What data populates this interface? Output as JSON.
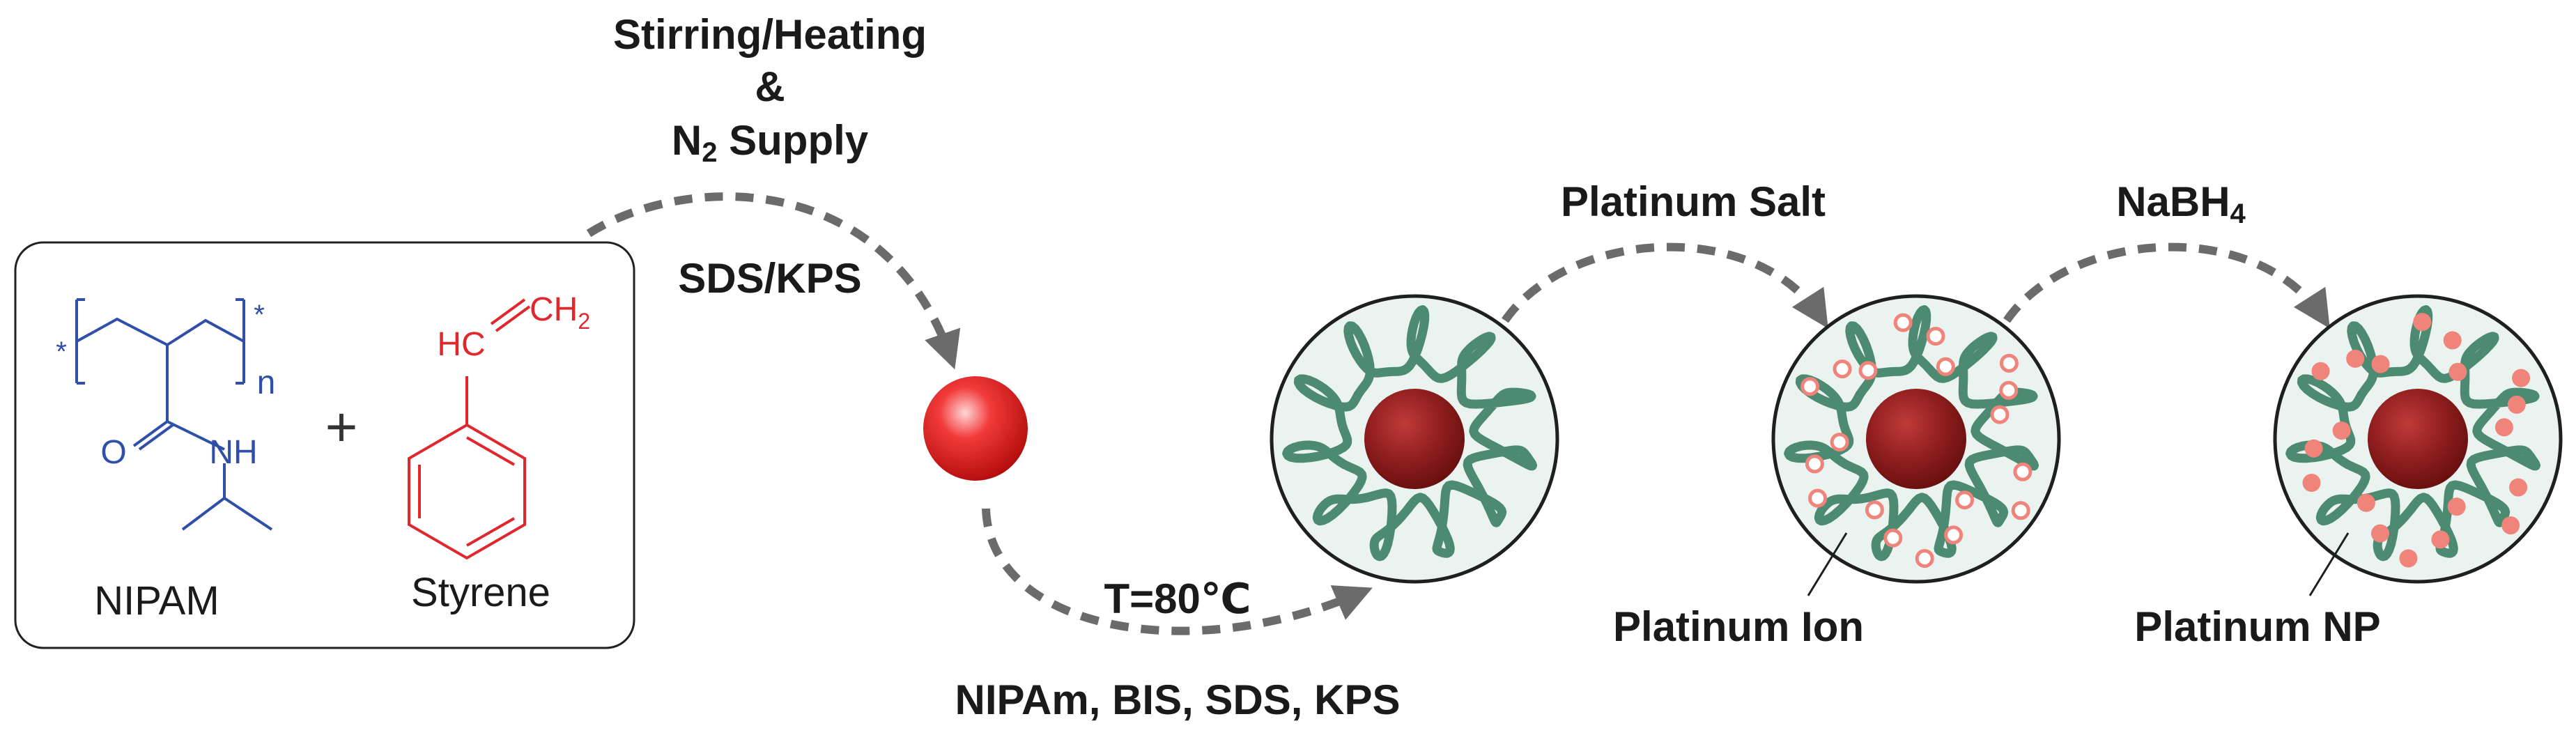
{
  "reagents_box": {
    "nipam_label": "NIPAM",
    "styrene_label": "Styrene",
    "plus": "+",
    "nipam_atoms": {
      "star_left": "*",
      "star_right": "*",
      "subscript_n": "n",
      "oxygen": "O",
      "nh": "NH"
    },
    "styrene_atoms": {
      "hc": "HC",
      "ch2_main": "CH",
      "ch2_sub": "2"
    }
  },
  "step1": {
    "conditions_line1": "Stirring/Heating",
    "conditions_line2": "&",
    "n2_main": "N",
    "n2_sub": "2",
    "n2_rest": " Supply",
    "initiator": "SDS/KPS"
  },
  "step2": {
    "temperature": "T=80℃",
    "reagents": "NIPAm, BIS, SDS, KPS"
  },
  "step3": {
    "reagent": "Platinum Salt",
    "product_label": "Platinum Ion"
  },
  "step4": {
    "reagent_main": "NaBH",
    "reagent_sub": "4",
    "product_label": "Platinum NP"
  },
  "colors": {
    "nipam": "#2f4fa8",
    "styrene": "#e0272d",
    "arrow": "#6b6b6b",
    "shell": "#eaf3ef",
    "polymer_chain": "#4d8a72",
    "core": "#8b1a1a",
    "platinum": "#f0837a"
  }
}
